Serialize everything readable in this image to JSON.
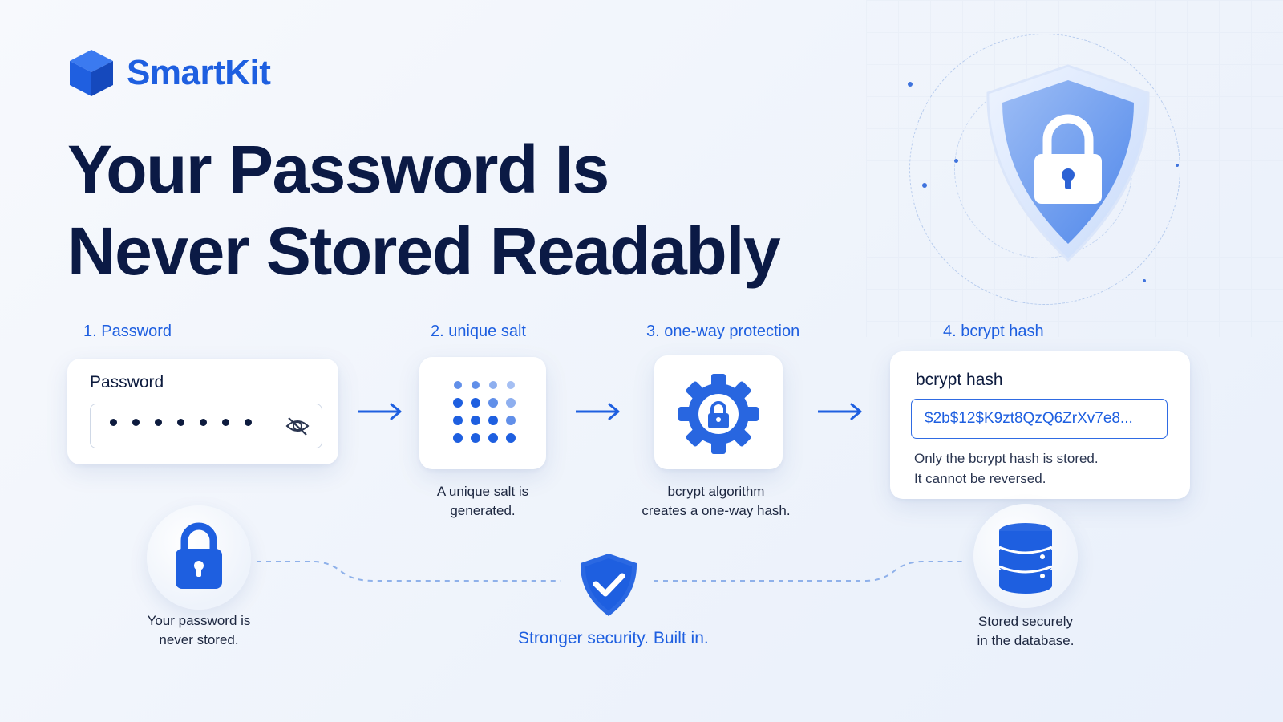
{
  "brand": {
    "name": "SmartKit",
    "icon": "cube-logo-icon",
    "color": "#1e5fe0"
  },
  "headline": {
    "line1": "Your Password Is",
    "line2": "Never Stored Readably"
  },
  "steps": [
    {
      "label": "1. Password"
    },
    {
      "label": "2. unique salt"
    },
    {
      "label": "3. one-way protection"
    },
    {
      "label": "4. bcrypt hash"
    }
  ],
  "password_card": {
    "title": "Password",
    "masked_chars": 7,
    "toggle_icon": "eye-off-icon"
  },
  "salt_card": {
    "icon": "salt-dot-grid-icon",
    "caption_line1": "A unique salt is",
    "caption_line2": "generated."
  },
  "gear_card": {
    "icon": "gear-lock-icon",
    "caption_line1": "bcrypt algorithm",
    "caption_line2": "creates a one-way hash."
  },
  "hash_card": {
    "title": "bcrypt hash",
    "value": "$2b$12$K9zt8QzQ6ZrXv7e8...",
    "note_line1": "Only the bcrypt hash is stored.",
    "note_line2": "It cannot be reversed."
  },
  "bottom": {
    "left": {
      "icon": "padlock-icon",
      "line1": "Your password is",
      "line2": "never stored."
    },
    "center": {
      "icon": "shield-check-icon",
      "tagline": "Stronger security. Built in."
    },
    "right": {
      "icon": "database-icon",
      "line1": "Stored securely",
      "line2": "in the database."
    }
  },
  "hero": {
    "icon": "shield-lock-icon"
  },
  "colors": {
    "accent": "#1e5fe0",
    "navy": "#0b1a45",
    "background": "#f3f6fc"
  }
}
